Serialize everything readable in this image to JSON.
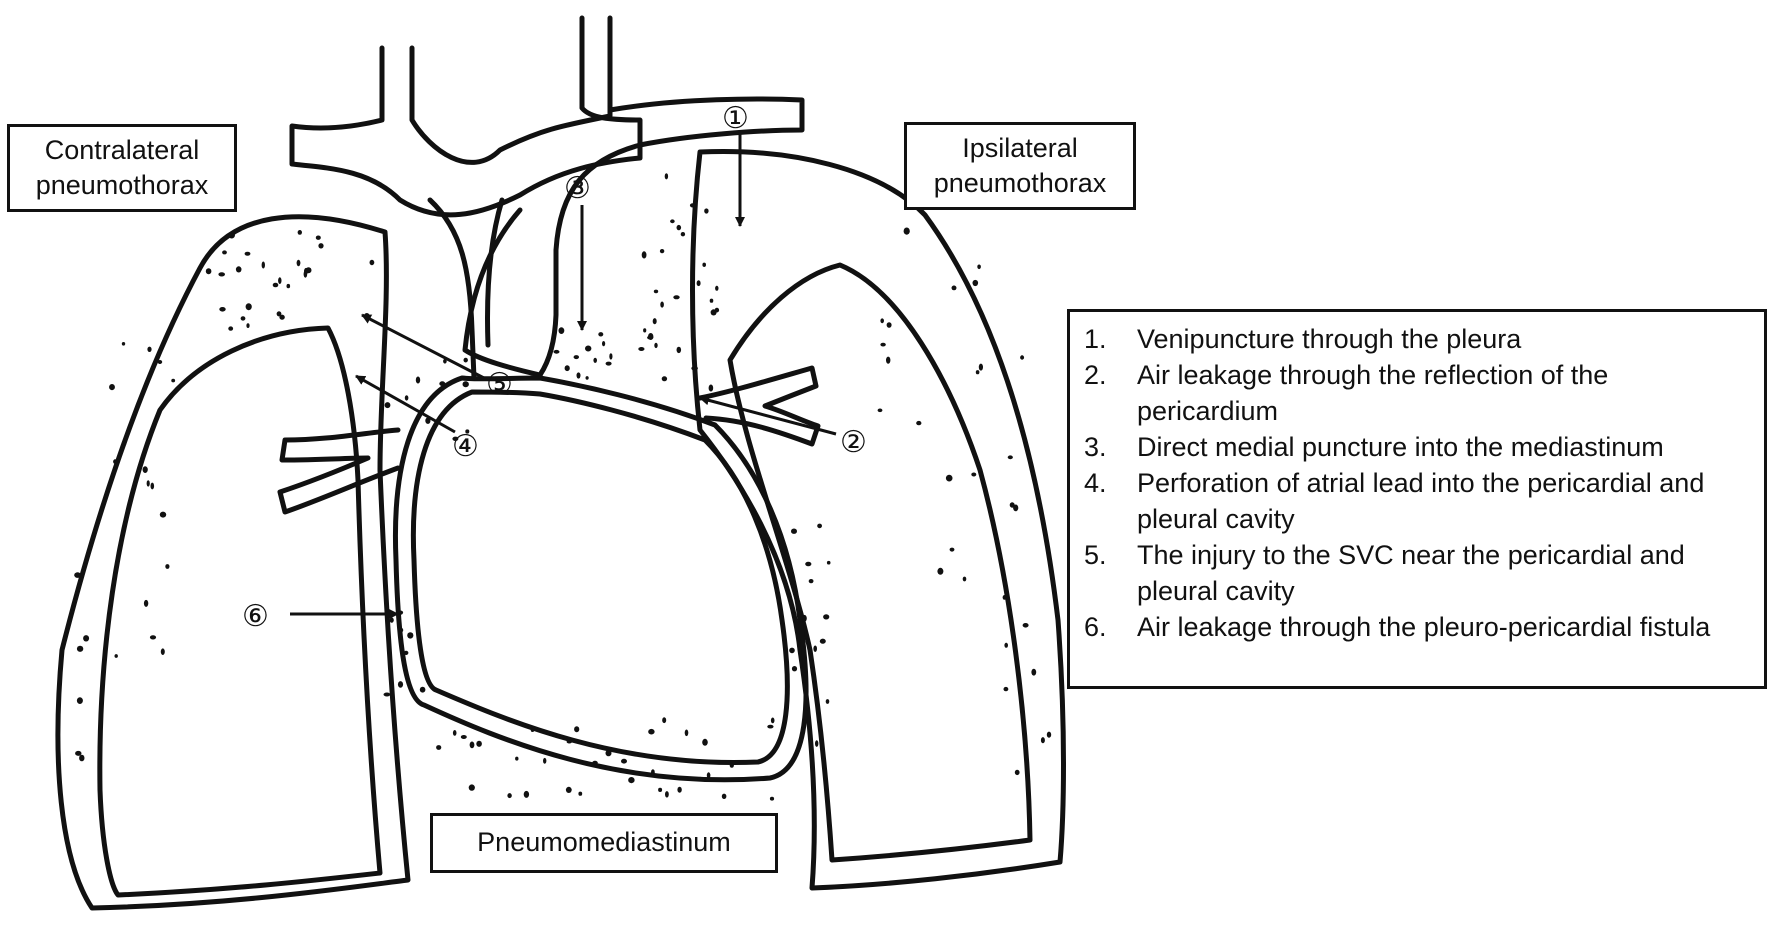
{
  "labels": {
    "contralateral": "Contralateral pneumothorax",
    "ipsilateral": "Ipsilateral pneumothorax",
    "pneumomediastinum": "Pneumomediastinum"
  },
  "markers": [
    "①",
    "②",
    "③",
    "④",
    "⑤",
    "⑥"
  ],
  "legend": [
    {
      "num": "1.",
      "text": "Venipuncture through the pleura"
    },
    {
      "num": "2.",
      "text": "Air leakage through the reflection of the pericardium"
    },
    {
      "num": "3.",
      "text": "Direct medial puncture into the mediastinum"
    },
    {
      "num": "4.",
      "text": "Perforation of atrial lead into the pericardial and pleural cavity"
    },
    {
      "num": "5.",
      "text": "The injury to the SVC near the pericardial and pleural cavity"
    },
    {
      "num": "6.",
      "text": "Air leakage through the pleuro-pericardial fistula"
    }
  ],
  "colors": {
    "line": "#111111",
    "background": "#ffffff"
  }
}
